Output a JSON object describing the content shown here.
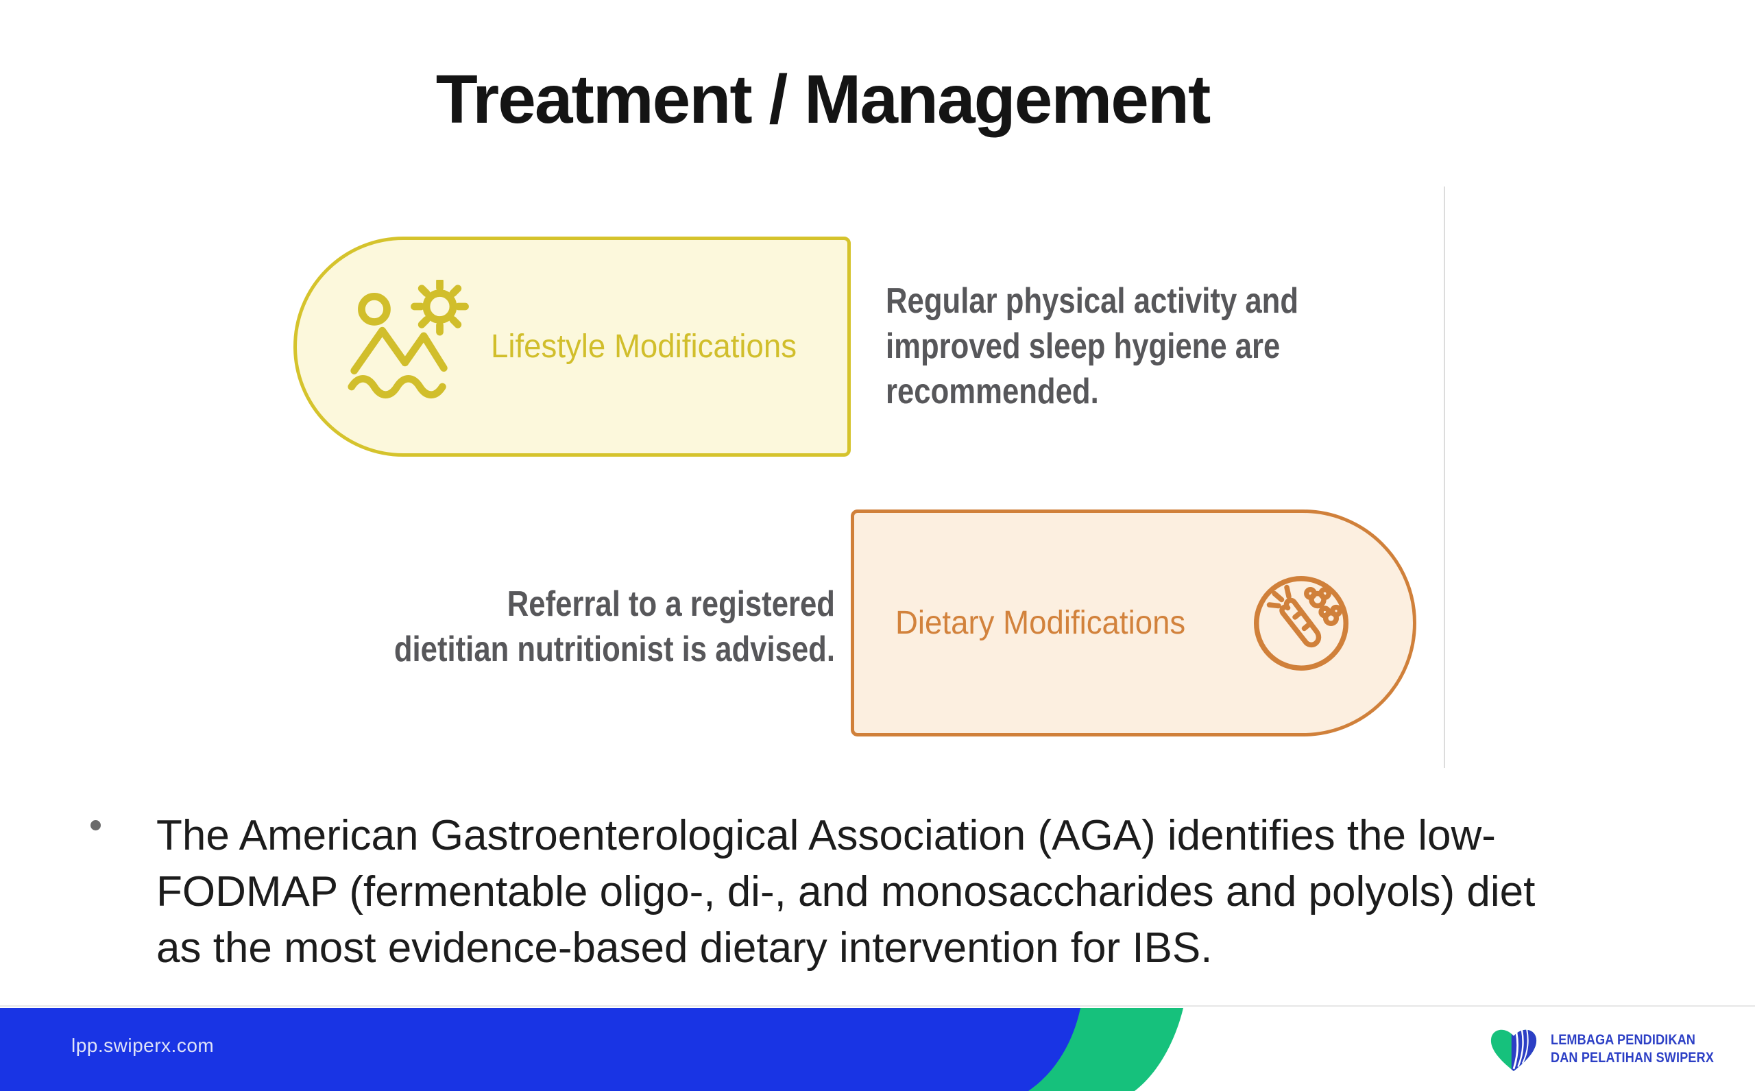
{
  "slide": {
    "title": "Treatment / Management",
    "cards": {
      "lifestyle": {
        "label": "Lifestyle Modifications",
        "icon": "person-sun-waves-icon",
        "fill_color": "#fcf8dc",
        "border_color": "#d5c32c",
        "label_color": "#d1be2b",
        "note_lines": [
          "Regular physical activity and",
          "improved sleep hygiene are",
          "recommended."
        ]
      },
      "dietary": {
        "label": "Dietary Modifications",
        "icon": "carrot-circle-icon",
        "fill_color": "#fcefe0",
        "border_color": "#d0803a",
        "label_color": "#d2823c",
        "note_lines": [
          "Referral to a registered",
          "dietitian nutritionist is advised."
        ]
      }
    },
    "note_text_color": "#57575a",
    "bullet": {
      "lines": [
        "The American Gastroenterological Association (AGA) identifies the low-",
        "FODMAP (fermentable oligo-, di-, and monosaccharides and polyols) diet",
        "as the most evidence-based dietary intervention for IBS."
      ]
    }
  },
  "footer": {
    "url": "lpp.swiperx.com",
    "bar_color": "#1934e4",
    "accent_color": "#16c17c",
    "logo": {
      "icon": "heart-book-icon",
      "line1": "LEMBAGA PENDIDIKAN",
      "line2": "DAN PELATIHAN SWIPERX",
      "text_color": "#2c3fc5"
    }
  }
}
